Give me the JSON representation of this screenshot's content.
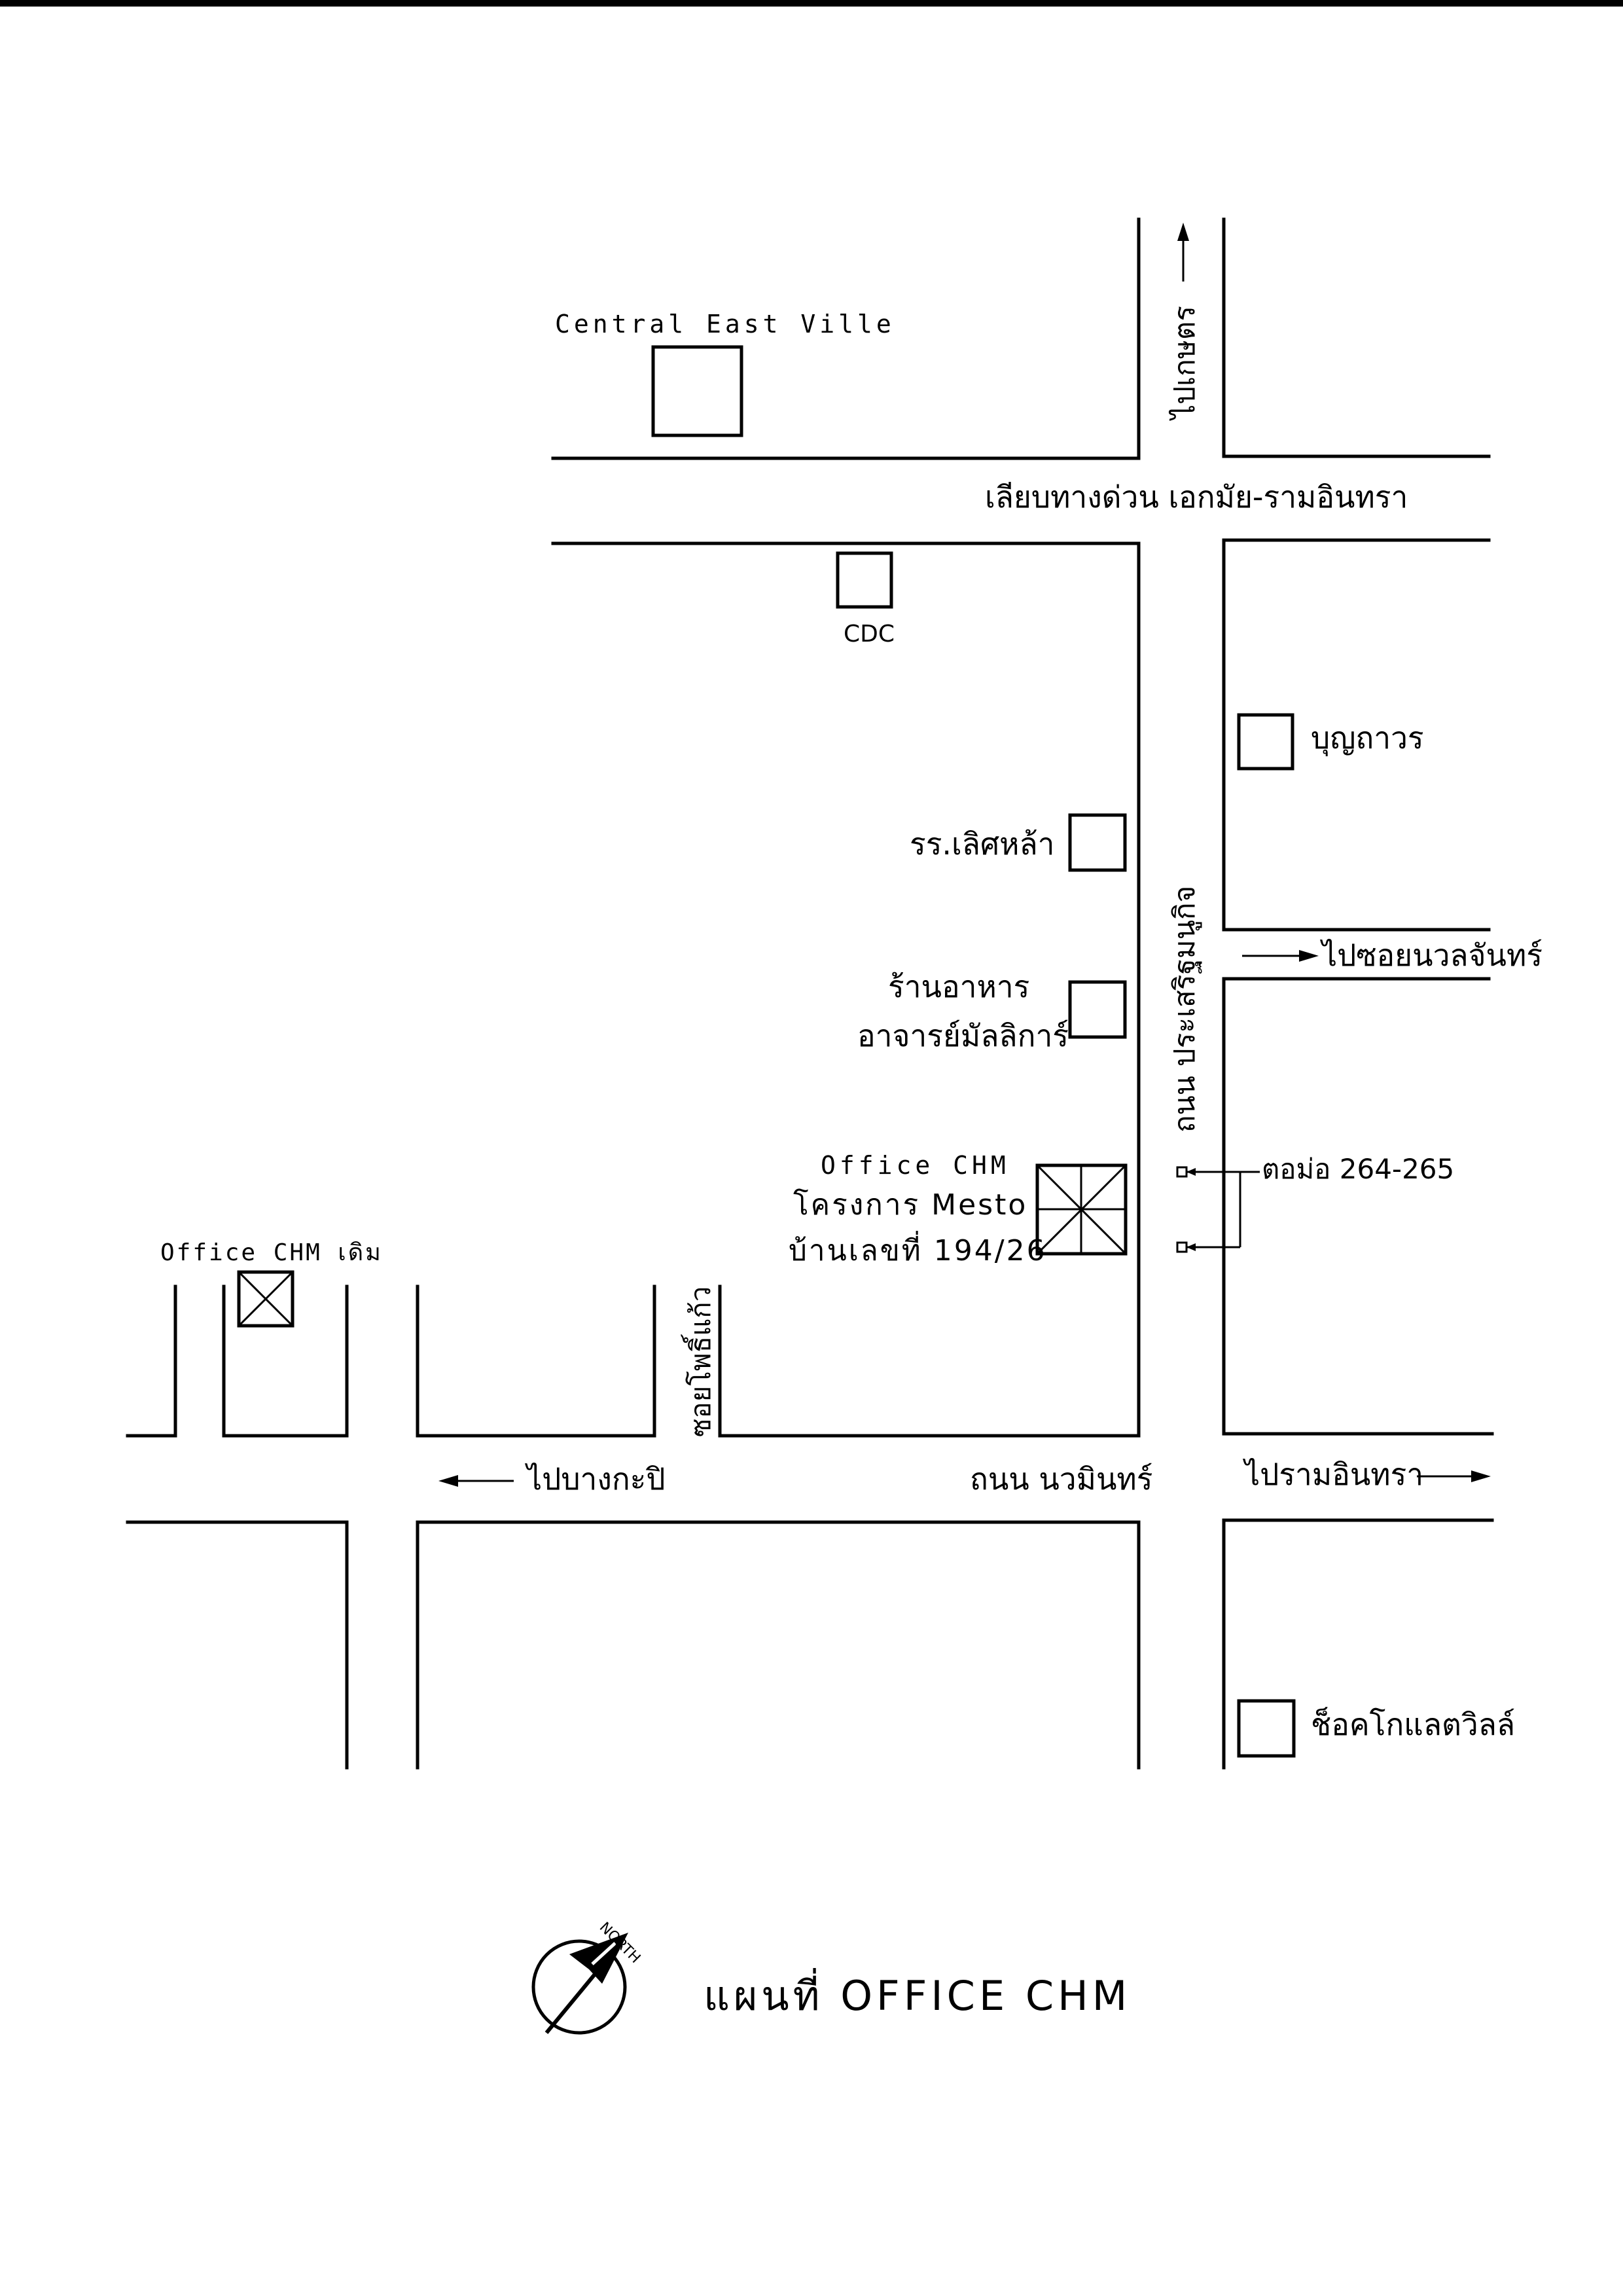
{
  "map": {
    "title": "แผนที่ OFFICE CHM",
    "north_label": "NORTH",
    "labels": {
      "central_east_ville": "Central East Ville",
      "cdc": "CDC",
      "to_kaset": "ไปเกษตร",
      "expressway": "เลียบทางด่วน เอกมัย-รามอินทรา",
      "boonthavorn": "บุญถาวร",
      "school": "รร.เลิศหล้า",
      "restaurant_line1": "ร้านอาหาร",
      "restaurant_line2": "อาจารย์มัลลิการ์",
      "prasert_road": "ถนน ประเสริฐมนูกิจ",
      "to_soi_nuanchan": "ไปซอยนวลจันทร์",
      "office_new_line1": "Office CHM",
      "office_new_line2": "โครงการ Mesto",
      "office_new_line3": "บ้านเลขที่ 194/26",
      "pole": "ตอม่อ 264-265",
      "office_old": "Office CHM เดิม",
      "soi_phokaew": "ซอยโพธิ์แก้ว",
      "to_bangkapi": "ไปบางกะปิ",
      "nawamin_road": "ถนน นวมินทร์",
      "to_ramintra": "ไปรามอินทรา",
      "chocolate_ville": "ช็อคโกแลตวิลล์"
    }
  }
}
